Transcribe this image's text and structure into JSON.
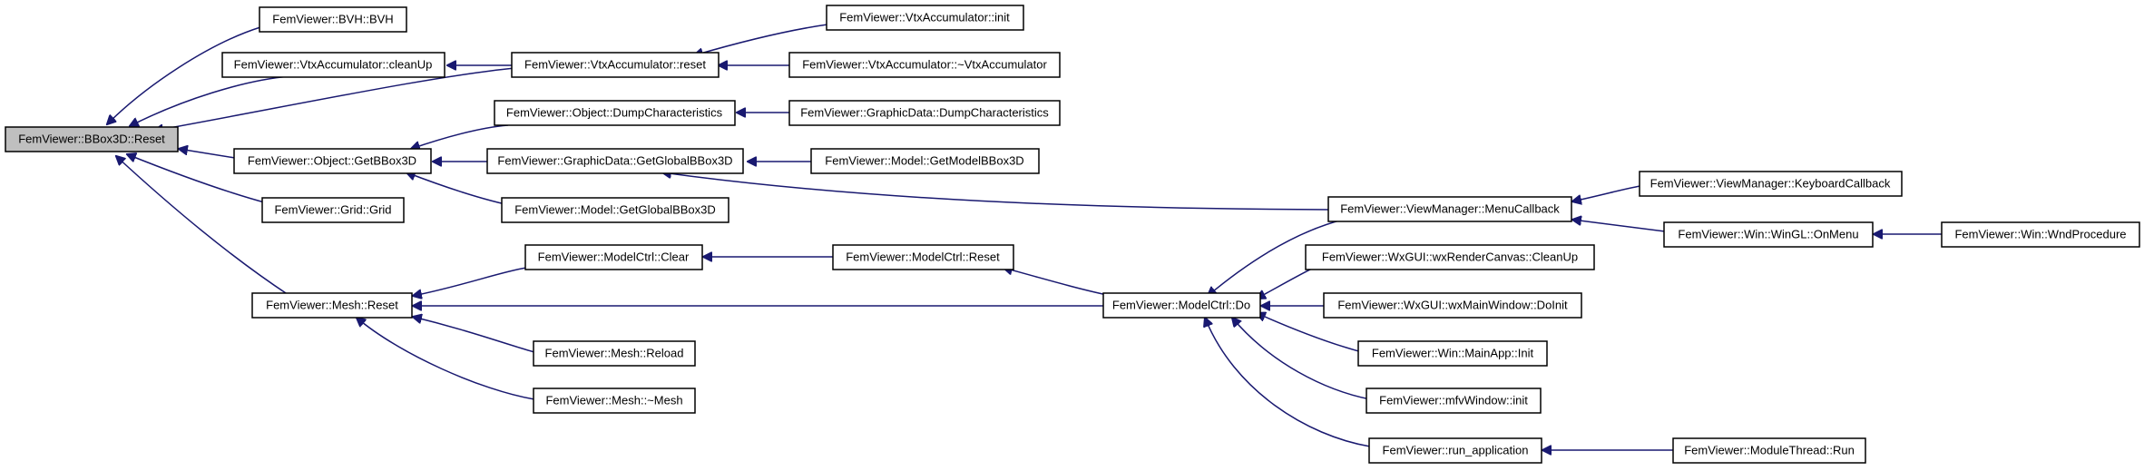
{
  "colors": {
    "edge": "#191970",
    "root_fill": "#bfbfbf",
    "node_fill": "#ffffff",
    "node_stroke": "#000000"
  },
  "nodes": {
    "bbox_reset": "FemViewer::BBox3D::Reset",
    "bvh": "FemViewer::BVH::BVH",
    "vtx_cleanup": "FemViewer::VtxAccumulator::cleanUp",
    "vtx_reset": "FemViewer::VtxAccumulator::reset",
    "vtx_init": "FemViewer::VtxAccumulator::init",
    "vtx_dtor": "FemViewer::VtxAccumulator::~VtxAccumulator",
    "obj_dump": "FemViewer::Object::DumpCharacteristics",
    "gd_dump": "FemViewer::GraphicData::DumpCharacteristics",
    "obj_getbbox": "FemViewer::Object::GetBBox3D",
    "gd_getglobal": "FemViewer::GraphicData::GetGlobalBBox3D",
    "model_getmodel": "FemViewer::Model::GetModelBBox3D",
    "model_getglobal": "FemViewer::Model::GetGlobalBBox3D",
    "grid": "FemViewer::Grid::Grid",
    "mesh_reset": "FemViewer::Mesh::Reset",
    "mc_clear": "FemViewer::ModelCtrl::Clear",
    "mc_reset": "FemViewer::ModelCtrl::Reset",
    "mesh_reload": "FemViewer::Mesh::Reload",
    "mesh_dtor": "FemViewer::Mesh::~Mesh",
    "mc_do": "FemViewer::ModelCtrl::Do",
    "vm_menucb": "FemViewer::ViewManager::MenuCallback",
    "vm_keycb": "FemViewer::ViewManager::KeyboardCallback",
    "wingl_onmenu": "FemViewer::Win::WinGL::OnMenu",
    "win_wndproc": "FemViewer::Win::WndProcedure",
    "wx_cleanup": "FemViewer::WxGUI::wxRenderCanvas::CleanUp",
    "wx_doinit": "FemViewer::WxGUI::wxMainWindow::DoInit",
    "mainapp_init": "FemViewer::Win::MainApp::Init",
    "mfv_init": "FemViewer::mfvWindow::init",
    "run_app": "FemViewer::run_application",
    "module_run": "FemViewer::ModuleThread::Run"
  }
}
